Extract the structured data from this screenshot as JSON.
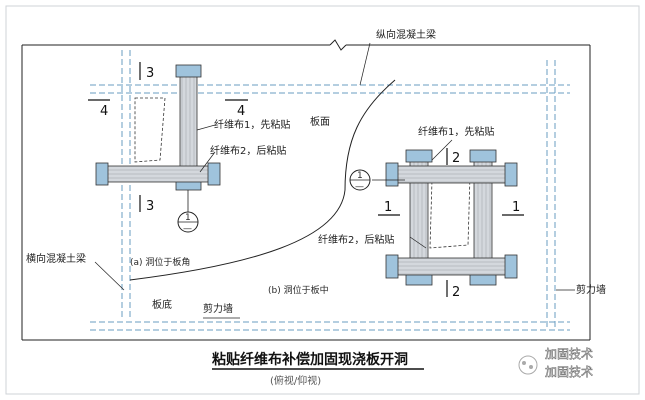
{
  "labels": {
    "longitudinal_beam": "纵向混凝土梁",
    "transverse_beam": "横向混凝土梁",
    "slab_top": "板面",
    "slab_bottom": "板底",
    "shear_wall_left": "剪力墙",
    "shear_wall_right": "剪力墙",
    "fiber1_a": "纤维布1，先粘贴",
    "fiber2_a": "纤维布2，后粘贴",
    "fiber1_b": "纤维布1，先粘贴",
    "fiber2_b": "纤维布2，后粘贴",
    "case_a": "(a) 洞位于板角",
    "case_b": "(b) 洞位于板中"
  },
  "section_marks": {
    "s1_left": "1",
    "s1_right": "1",
    "s2_top": "2",
    "s2_bottom": "2",
    "s3_top": "3",
    "s3_bottom": "3",
    "s4_left": "4",
    "s4_right": "4"
  },
  "detail_markers": {
    "a_top": "1",
    "a_bottom": "—",
    "b_top": "1",
    "b_bottom": "—"
  },
  "title": "粘贴纤维布补偿加固现浇板开洞",
  "subtitle": "(俯视/仰视)",
  "watermark": {
    "line1": "加固技术",
    "line2": "加固技术"
  },
  "colors": {
    "line": "#222222",
    "dashed_blue": "#6a9ec2",
    "strip": "#d9dde2",
    "anchor_blue": "#9fc3dc"
  }
}
